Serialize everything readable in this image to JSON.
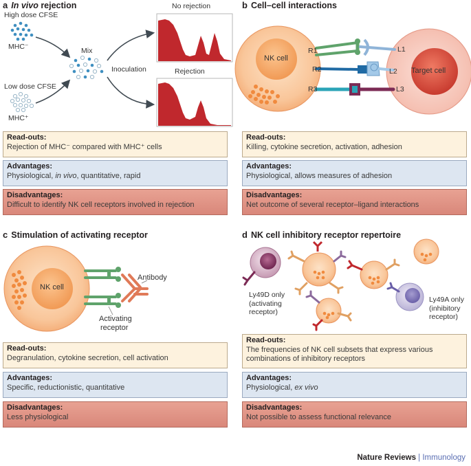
{
  "panel_a": {
    "letter": "a",
    "title_italic": "In vivo",
    "title_rest": "rejection",
    "high_dose": "High dose CFSE",
    "mhc_neg": "MHC⁻",
    "low_dose": "Low dose CFSE",
    "mhc_pos": "MHC⁺",
    "mix": "Mix",
    "inoculation": "Inoculation",
    "no_rejection": "No rejection",
    "rejection": "Rejection",
    "readouts_h": "Read-outs:",
    "readouts_t": "Rejection of MHC⁻ compared with MHC⁺ cells",
    "adv_h": "Advantages:",
    "adv_t1": "Physiological, ",
    "adv_t_i": "in vivo",
    "adv_t2": ", quantitative, rapid",
    "dis_h": "Disadvantages:",
    "dis_t": "Difficult to identify NK cell receptors involved in rejection"
  },
  "panel_b": {
    "letter": "b",
    "title": "Cell–cell interactions",
    "nk": "NK cell",
    "target": "Target cell",
    "r1": "R1",
    "r2": "R2",
    "r3": "R3",
    "l1": "L1",
    "l2": "L2",
    "l3": "L3",
    "readouts_h": "Read-outs:",
    "readouts_t": "Killing, cytokine secretion, activation, adhesion",
    "adv_h": "Advantages:",
    "adv_t": "Physiological, allows measures of adhesion",
    "dis_h": "Disadvantages:",
    "dis_t": "Net outcome of several receptor–ligand interactions"
  },
  "panel_c": {
    "letter": "c",
    "title": "Stimulation of activating receptor",
    "nk": "NK cell",
    "antibody": "Antibody",
    "activating": "Activating",
    "receptor": "receptor",
    "readouts_h": "Read-outs:",
    "readouts_t": "Degranulation, cytokine secretion, cell activation",
    "adv_h": "Advantages:",
    "adv_t": "Specific, reductionistic, quantitative",
    "dis_h": "Disadvantages:",
    "dis_t": "Less physiological"
  },
  "panel_d": {
    "letter": "d",
    "title": "NK cell inhibitory receptor repertoire",
    "ly49d_1": "Ly49D only",
    "ly49d_2": "(activating",
    "ly49d_3": "receptor)",
    "ly49a_1": "Ly49A only",
    "ly49a_2": "(inhibitory",
    "ly49a_3": "receptor)",
    "readouts_h": "Read-outs:",
    "readouts_t1": "The frequencies of NK cell subsets that express various",
    "readouts_t2": "combinations of inhibitory receptors",
    "adv_h": "Advantages:",
    "adv_t1": "Physiological, ",
    "adv_t_i": "ex vivo",
    "dis_h": "Disadvantages:",
    "dis_t": "Not possible to assess functional relevance"
  },
  "footer": {
    "journal": "Nature Reviews",
    "sep": " | ",
    "sub": "Immunology"
  },
  "colors": {
    "histogram": "#c0282d",
    "nk_cell": "#f5b07a",
    "target_cell": "#e4604e",
    "readout_bg": "#fdf2de",
    "advantage_bg": "#dde6f1",
    "disadvantage_bg": "#e39586"
  }
}
